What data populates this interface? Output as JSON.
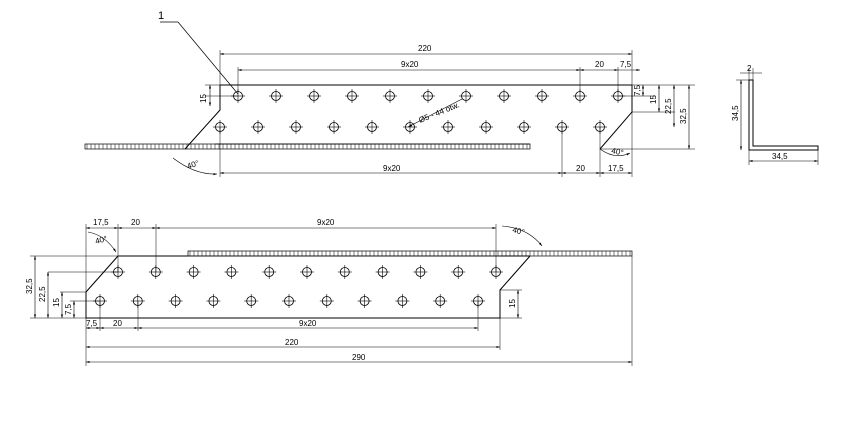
{
  "part_number": "1",
  "hole_note": "Ø5 - 44 otw.",
  "top_view": {
    "overall_length": "220",
    "pitch_top": "9x20",
    "end_spacing_top": "20",
    "end_offset_top": "7,5",
    "pitch_bottom": "9x20",
    "end_spacing_bottom": "20",
    "end_offset_bottom": "17,5",
    "height_left": "15",
    "height_right_1": "7,5",
    "height_right_2": "15",
    "height_right_3": "22,5",
    "height_right_4": "32,5",
    "angle_left": "40°",
    "angle_right": "40°"
  },
  "section_view": {
    "thickness": "2",
    "height": "34,5",
    "width": "34,5"
  },
  "bottom_view": {
    "end_offset_top": "17,5",
    "end_spacing_top": "20",
    "pitch_top": "9x20",
    "angle_left": "40°",
    "angle_right": "40°",
    "height_1": "32,5",
    "height_2": "22,5",
    "height_3": "15",
    "height_4": "7,5",
    "height_right": "15",
    "end_offset_bottom": "7,5",
    "end_spacing_bottom": "20",
    "pitch_bottom": "9x20",
    "length_220": "220",
    "length_290": "290"
  }
}
